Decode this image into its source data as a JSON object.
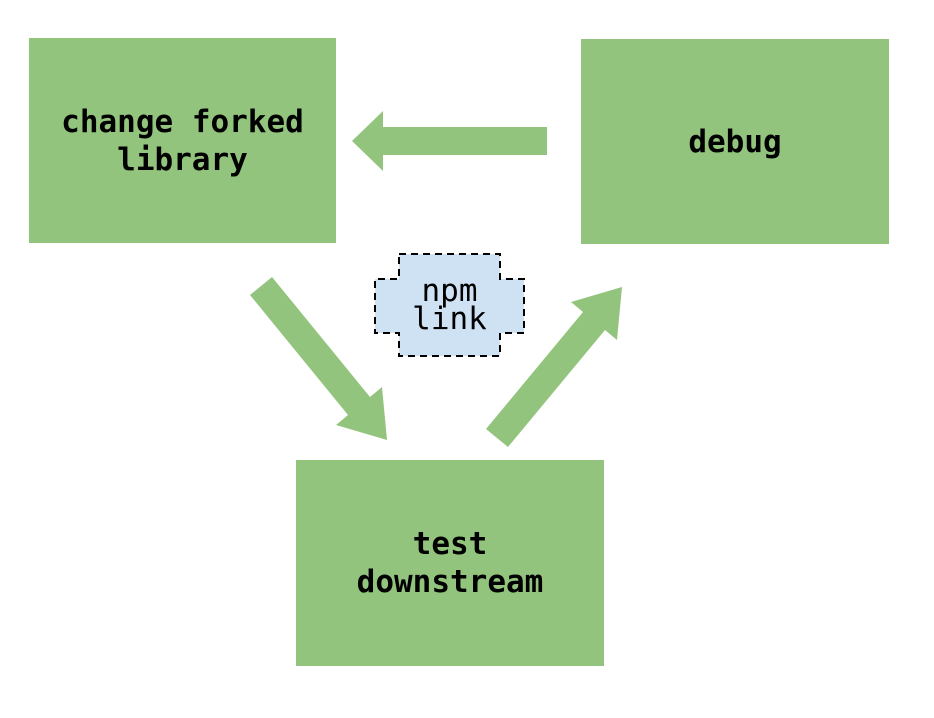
{
  "diagram": {
    "nodes": [
      {
        "id": "change-forked-library",
        "label": "change forked\nlibrary"
      },
      {
        "id": "debug",
        "label": "debug"
      },
      {
        "id": "test-downstream",
        "label": "test\ndownstream"
      }
    ],
    "connector": {
      "id": "npm-link",
      "label": "npm\nlink"
    },
    "edges": [
      {
        "from": "debug",
        "to": "change-forked-library"
      },
      {
        "from": "change-forked-library",
        "to": "test-downstream"
      },
      {
        "from": "test-downstream",
        "to": "debug"
      }
    ]
  },
  "colors": {
    "node_fill": "#93c47d",
    "arrow_fill": "#93c47d",
    "npm_link_fill": "#cfe2f3",
    "npm_link_border": "#000000",
    "text": "#000000",
    "background": "#ffffff"
  }
}
